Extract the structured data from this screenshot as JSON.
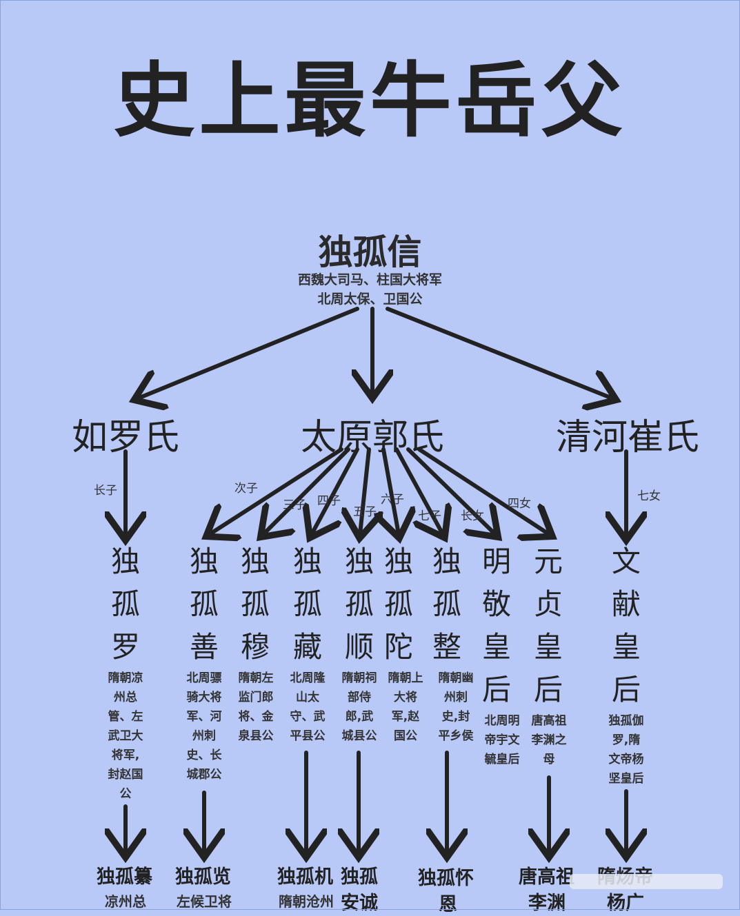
{
  "title": "史上最牛岳父",
  "root": {
    "name": "独孤信",
    "desc_line1": "西魏大司马、柱国大将军",
    "desc_line2": "北周太保、卫国公"
  },
  "wives": {
    "ruluo": "如罗氏",
    "taiyuan_guo": "太原郭氏",
    "qinghe_cui": "清河崔氏"
  },
  "relations": {
    "eldest_son": "长子",
    "second_son": "次子",
    "third_son": "三子",
    "fourth_son": "四子",
    "fifth_son": "五子",
    "sixth_son": "六子",
    "seventh_son": "七子",
    "eldest_daughter": "长女",
    "fourth_daughter": "四女",
    "seventh_daughter": "七女"
  },
  "children": [
    {
      "chars": [
        "独",
        "孤",
        "罗"
      ],
      "desc": [
        "隋朝凉",
        "州总",
        "管、左",
        "武卫大",
        "将军,",
        "封赵国",
        "公"
      ]
    },
    {
      "chars": [
        "独",
        "孤",
        "善"
      ],
      "desc": [
        "北周骠",
        "骑大将",
        "军、河",
        "州刺",
        "史、长",
        "城郡公"
      ]
    },
    {
      "chars": [
        "独",
        "孤",
        "穆"
      ],
      "desc": [
        "隋朝左",
        "监门郎",
        "将、金",
        "泉县公"
      ]
    },
    {
      "chars": [
        "独",
        "孤",
        "藏"
      ],
      "desc": [
        "北周隆",
        "山太",
        "守、武",
        "平县公"
      ]
    },
    {
      "chars": [
        "独",
        "孤",
        "顺"
      ],
      "desc": [
        "隋朝祠",
        "部侍",
        "郎,武",
        "城县公"
      ]
    },
    {
      "chars": [
        "独",
        "孤",
        "陀"
      ],
      "desc": [
        "隋朝上",
        "大将",
        "军,赵",
        "国公"
      ]
    },
    {
      "chars": [
        "独",
        "孤",
        "整"
      ],
      "desc": [
        "隋朝幽",
        "州刺",
        "史,封",
        "平乡侯"
      ]
    },
    {
      "chars": [
        "明",
        "敬",
        "皇",
        "后"
      ],
      "desc": [
        "北周明",
        "帝宇文",
        "毓皇后"
      ]
    },
    {
      "chars": [
        "元",
        "贞",
        "皇",
        "后"
      ],
      "desc": [
        "唐高祖",
        "李渊之",
        "母"
      ]
    },
    {
      "chars": [
        "文",
        "献",
        "皇",
        "后"
      ],
      "desc": [
        "独孤伽",
        "罗,隋",
        "文帝杨",
        "坚皇后"
      ]
    }
  ],
  "grandchildren": [
    {
      "name": "独孤纂",
      "desc": "凉州总"
    },
    {
      "name": "独孤览",
      "desc": "左候卫将"
    },
    {
      "name": "独孤机",
      "desc": "隋朝沧州"
    },
    {
      "name": "独孤",
      "desc": "安诚"
    },
    {
      "name": "独孤怀",
      "desc": "恩"
    },
    {
      "name": "唐高祖",
      "desc": "李渊"
    },
    {
      "name": "隋炀帝",
      "desc": "杨广"
    }
  ],
  "colors": {
    "background": "#b8c8f7",
    "arrow": "#222222",
    "text": "#1a1a1a"
  }
}
